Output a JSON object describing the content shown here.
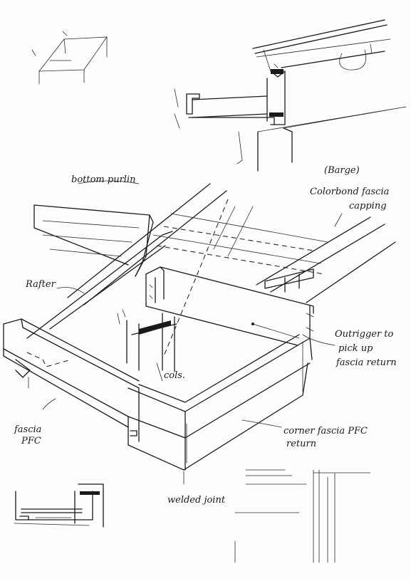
{
  "labels": {
    "barge": "(Barge)",
    "colorbond_1": "Colorbond fascia",
    "colorbond_2": "capping",
    "bottom_purlin": "bottom purlin",
    "rafter": "Rafter",
    "outrigger_1": "Outrigger to",
    "outrigger_2": "pick up",
    "outrigger_3": "fascia return",
    "cols": "cols.",
    "fascia_pfc_1": "fascia",
    "fascia_pfc_2": "PFC",
    "corner_fascia_1": "corner fascia PFC",
    "corner_fascia_2": "return",
    "welded_joint": "welded joint"
  },
  "colors": {
    "ink": "#1a1a1a",
    "paper": "#fdfdfb"
  }
}
